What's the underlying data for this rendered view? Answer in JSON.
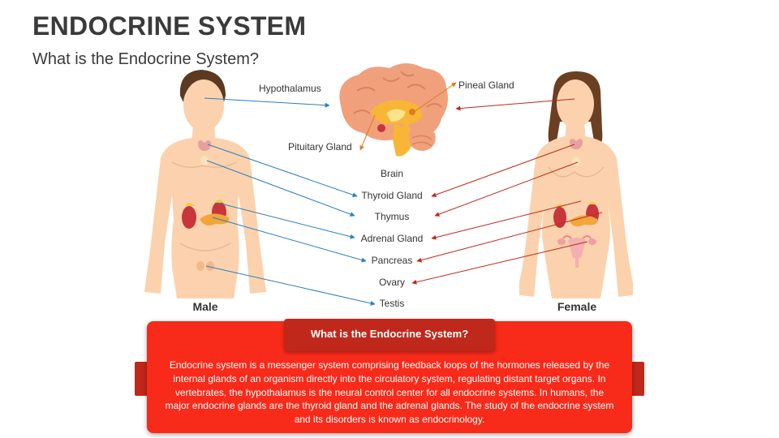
{
  "header": {
    "title": "ENDOCRINE SYSTEM",
    "subtitle": "What is the Endocrine System?"
  },
  "figures": {
    "male": "Male",
    "female": "Female"
  },
  "labels": {
    "hypothalamus": "Hypothalamus",
    "pineal": "Pineal Gland",
    "pituitary": "Pituitary Gland",
    "brain": "Brain",
    "thyroid": "Thyroid Gland",
    "thymus": "Thymus",
    "adrenal": "Adrenal Gland",
    "pancreas": "Pancreas",
    "ovary": "Ovary",
    "testis": "Testis"
  },
  "info_card": {
    "title": "What is the Endocrine System?",
    "body": "Endocrine system is a messenger system comprising feedback loops of the hormones released by the internal glands of an organism directly into the circulatory system, regulating distant target organs. In vertebrates, the hypothalamus is the neural control center for all endocrine systems. In humans, the major endocrine glands are the thyroid gland and the adrenal glands. The study of the endocrine system and its disorders is known as endocrinology."
  },
  "colors": {
    "male_arrow": "#2a7fc1",
    "female_arrow": "#c0281b",
    "brain_arrow": "#e07a1f",
    "card": "#f82a1a",
    "card_accent": "#c0281b",
    "skin": "#fbd2ad",
    "hair_male": "#5b3a21",
    "hair_female": "#6b3f22"
  }
}
